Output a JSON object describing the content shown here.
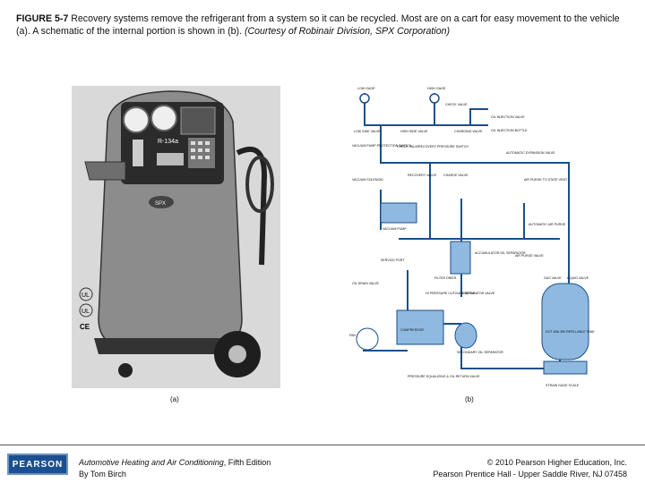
{
  "caption": {
    "figure_label": "FIGURE 5-7",
    "text": " Recovery systems remove the refrigerant from a system so it can be recycled. Most are on a cart for easy movement to the vehicle (a). A schematic of the internal portion is shown in (b). ",
    "credit": "(Courtesy of Robinair Division, SPX Corporation)"
  },
  "photo": {
    "machine_label": "R-134a",
    "brand": "SPX",
    "cert_marks": [
      "UL",
      "UL",
      "CE"
    ],
    "label": "(a)"
  },
  "schematic": {
    "label": "(b)",
    "labels": {
      "low_gauge": "LOW GAGE",
      "high_gauge": "HIGH GAGE",
      "check_valve": "CHECK VALVE",
      "low_side_valve": "LOW SIDE VALVE",
      "high_side_valve": "HIGH SIDE VALVE",
      "oil_injection_valve": "OIL INJECTION VALVE",
      "charging_valve": "CHARGING VALVE",
      "oil_injection_bottle": "OIL INJECTION BOTTLE",
      "vacuum_pump_switch": "VACUUM PUMP PROTECTION SWITCH",
      "check_valve_2": "CHECK VALVE",
      "recovery_switch": "RECOVERY PRESSURE SWITCH",
      "expansion_valve": "AUTOMATIC EXPANSION VALVE",
      "vacuum_solenoid": "VACUUM SOLENOID",
      "recovery_valve": "RECOVERY VALVE",
      "charge_valve": "CHARGE VALVE",
      "vacuum_pump": "VACUUM PUMP",
      "air_purge_vent": "AIR PURGE TO STATE VENT",
      "auto_air_purge": "AUTOMATIC AIR PURGE",
      "accumulator": "ACCUMULATOR OIL SEPARATOR",
      "service_port": "SERVICE PORT",
      "oil_drain": "OIL DRAIN VALVE",
      "filter_drier": "FILTER DRIER",
      "hp_cutout": "HI PRESSURE CUTOUT SWITCH",
      "oil_separator": "OIL SEPARATOR VALVE",
      "air_purge_valve": "AIR PURGE VALVE",
      "fan": "FAN",
      "compressor": "COMPRESSOR",
      "second_separator": "SECONDARY OIL SEPARATOR",
      "pressure_equalizing": "PRESSURE EQUALIZING & OIL RETURN VALVE",
      "gas_valve": "GAS VALVE",
      "liquid_valve": "LIQUID VALVE",
      "tank": "DOT 4BA 350 REFILLABLE TANK",
      "scale": "STRAIN GAGE SCALE"
    }
  },
  "footer": {
    "logo": "PEARSON",
    "book_title": "Automotive Heating and Air Conditioning",
    "edition": ", Fifth Edition",
    "author": "By Tom Birch",
    "copyright": "© 2010 Pearson Higher Education, Inc.",
    "publisher": "Pearson Prentice Hall - Upper Saddle River, NJ 07458"
  }
}
